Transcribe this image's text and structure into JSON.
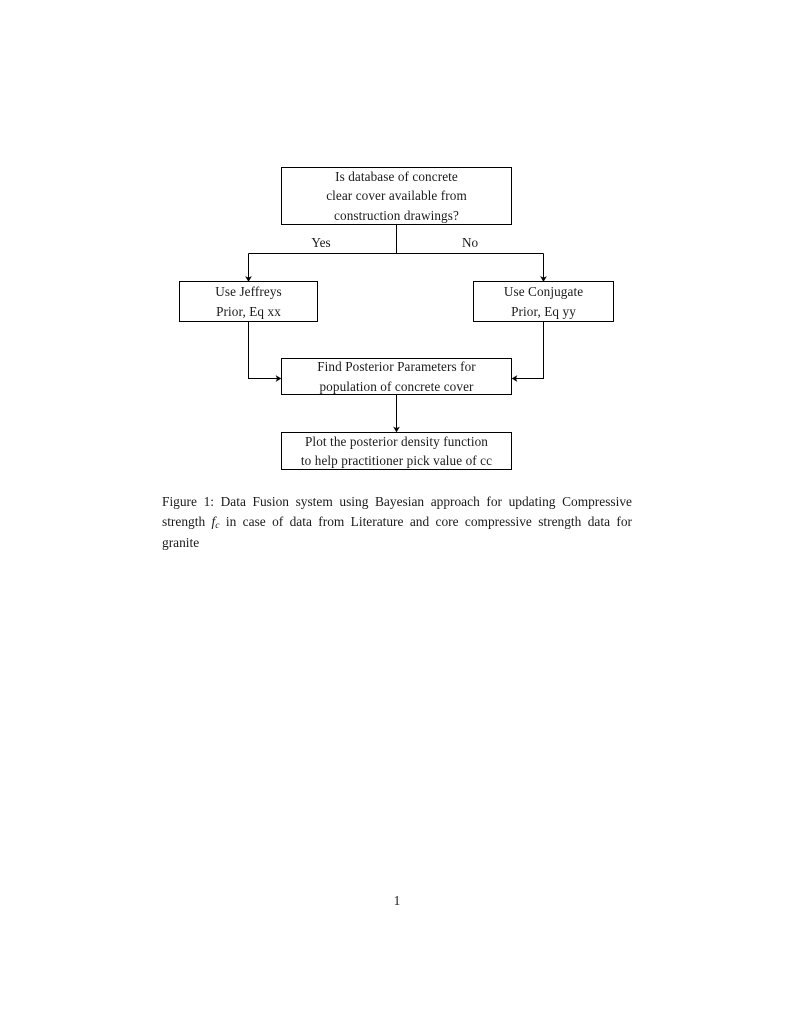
{
  "document": {
    "page_number": "1"
  },
  "figure": {
    "nodes": {
      "decision": {
        "line1": "Is database of concrete",
        "line2": "clear cover available from",
        "line3": "construction drawings?"
      },
      "jeffreys": {
        "line1": "Use Jeffreys",
        "line2": "Prior, Eq xx"
      },
      "conjugate": {
        "line1": "Use Conjugate",
        "line2": "Prior, Eq yy"
      },
      "posterior": {
        "line1": "Find Posterior Parameters for",
        "line2": "population of concrete cover"
      },
      "plot": {
        "line1": "Plot the posterior density function",
        "line2": "to help practitioner pick value of cc"
      }
    },
    "edge_labels": {
      "yes": "Yes",
      "no": "No"
    },
    "caption": {
      "label": "Figure 1:",
      "text_before_math": "Data Fusion system using Bayesian approach for updating Compressive strength",
      "math_symbol": "f",
      "math_subscript": "c",
      "text_after_math": "in case of data from Literature and core compressive strength data for granite"
    }
  },
  "colors": {
    "ink": "#1a1a1a",
    "stroke": "#000000",
    "paper": "#ffffff"
  }
}
